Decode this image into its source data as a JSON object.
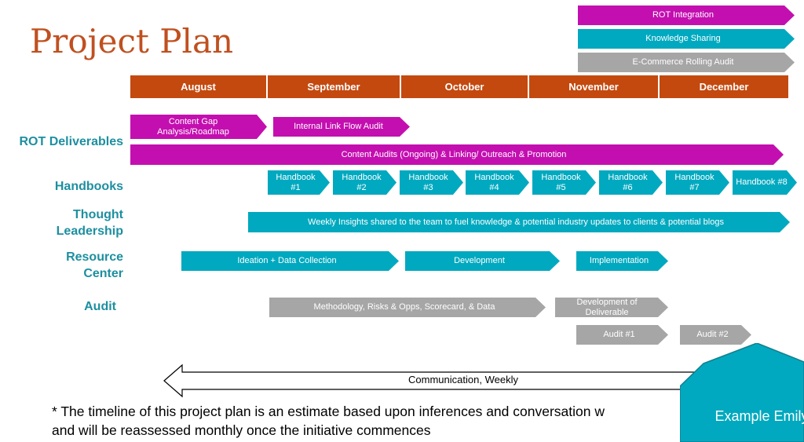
{
  "title": "Project Plan",
  "months": [
    "August",
    "September",
    "October",
    "November",
    "December"
  ],
  "legend": [
    "ROT Integration",
    "Knowledge Sharing",
    "E-Commerce Rolling Audit"
  ],
  "rows": {
    "rot": "ROT Deliverables",
    "handbooks": "Handbooks",
    "thought_1": "Thought",
    "thought_2": "Leadership",
    "resource_1": "Resource",
    "resource_2": "Center",
    "audit": "Audit"
  },
  "bars": {
    "content_gap": "Content Gap Analysis/Roadmap",
    "internal_link": "Internal Link Flow Audit",
    "content_audits": "Content Audits (Ongoing) & Linking/ Outreach & Promotion",
    "handbooks": [
      "Handbook #1",
      "Handbook #2",
      "Handbook #3",
      "Handbook #4",
      "Handbook #5",
      "Handbook #6",
      "Handbook #7",
      "Handbook #8"
    ],
    "weekly_insights": "Weekly Insights shared to the team to fuel knowledge & potential industry updates to clients & potential blogs",
    "ideation": "Ideation + Data Collection",
    "development": "Development",
    "implementation": "Implementation",
    "methodology": "Methodology, Risks & Opps, Scorecard, & Data",
    "dev_deliverable": "Development of Deliverable",
    "audit1": "Audit #1",
    "audit2": "Audit #2"
  },
  "communication": "Communication, Weekly",
  "note_line1": "* The timeline of this project plan is an estimate based upon inferences and conversation w",
  "note_line2": "and will be reassessed monthly once the initiative commences",
  "badge": "Example Emily",
  "colors": {
    "magenta": "#c40fb0",
    "teal": "#00a9bf",
    "gray": "#a6a6a6",
    "month": "#c4490f",
    "label": "#1d8fa0",
    "title": "#c0501f"
  }
}
